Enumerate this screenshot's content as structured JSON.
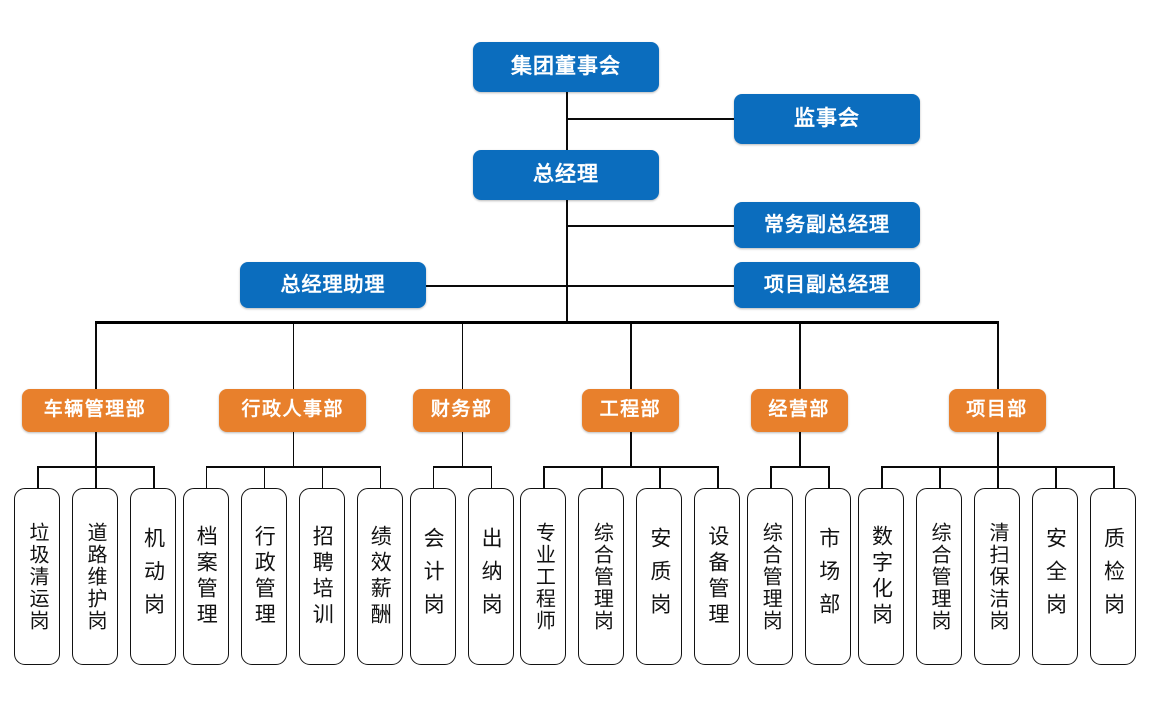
{
  "colors": {
    "executive_blue": "#0b6dbe",
    "department_orange": "#e8802c",
    "line": "#0a0a0a",
    "leaf_border": "#121212",
    "background": "#ffffff"
  },
  "executive": {
    "board": "集团董事会",
    "supervisory": "监事会",
    "general_manager": "总经理",
    "executive_deputy": "常务副总经理",
    "project_deputy": "项目副总经理",
    "gm_assistant": "总经理助理"
  },
  "departments": [
    {
      "name": "车辆管理部",
      "positions": [
        "垃圾清运岗",
        "道路维护岗",
        "机动岗"
      ]
    },
    {
      "name": "行政人事部",
      "positions": [
        "档案管理",
        "行政管理",
        "招聘培训",
        "绩效薪酬"
      ]
    },
    {
      "name": "财务部",
      "positions": [
        "会计岗",
        "出纳岗"
      ]
    },
    {
      "name": "工程部",
      "positions": [
        "专业工程师",
        "综合管理岗",
        "安质岗",
        "设备管理"
      ]
    },
    {
      "name": "经营部",
      "positions": [
        "综合管理岗",
        "市场部"
      ]
    },
    {
      "name": "项目部",
      "positions": [
        "数字化岗",
        "综合管理岗",
        "清扫保洁岗",
        "安全岗",
        "质检岗"
      ]
    }
  ]
}
